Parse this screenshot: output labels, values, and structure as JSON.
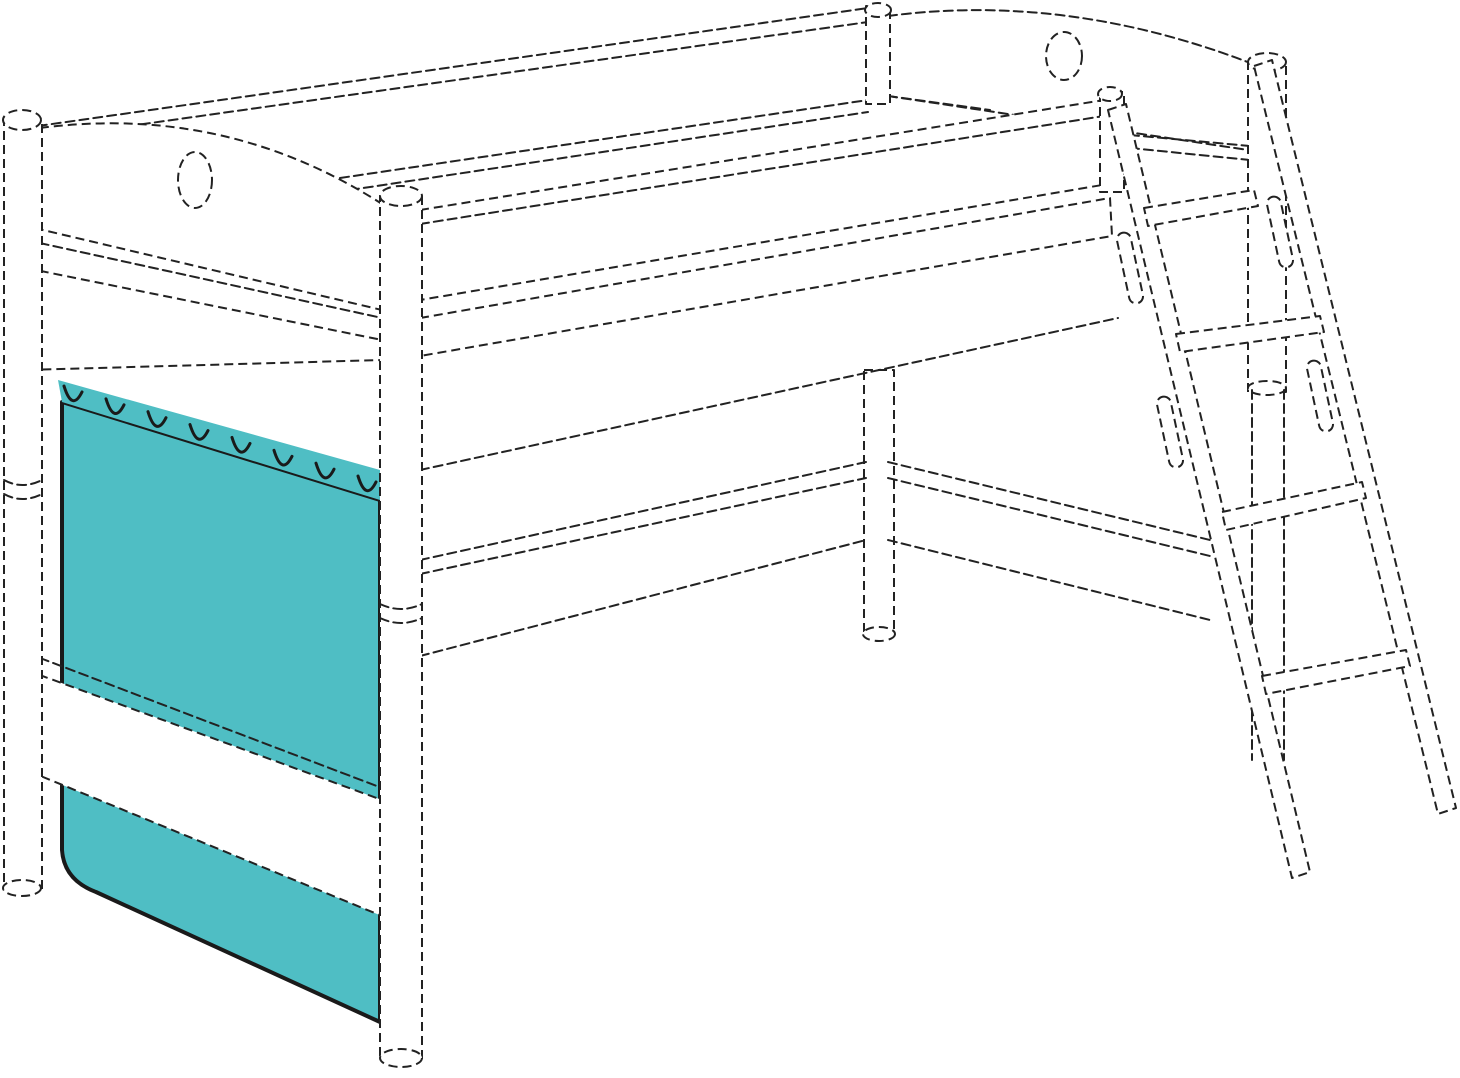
{
  "drawing": {
    "subject": "",
    "style": "dashed-line patent drawing",
    "line_color": "#222222",
    "background": "#ffffff"
  },
  "highlight": {
    "part": "curtain panel",
    "color": "#4fbec4",
    "loop_count": 8
  }
}
